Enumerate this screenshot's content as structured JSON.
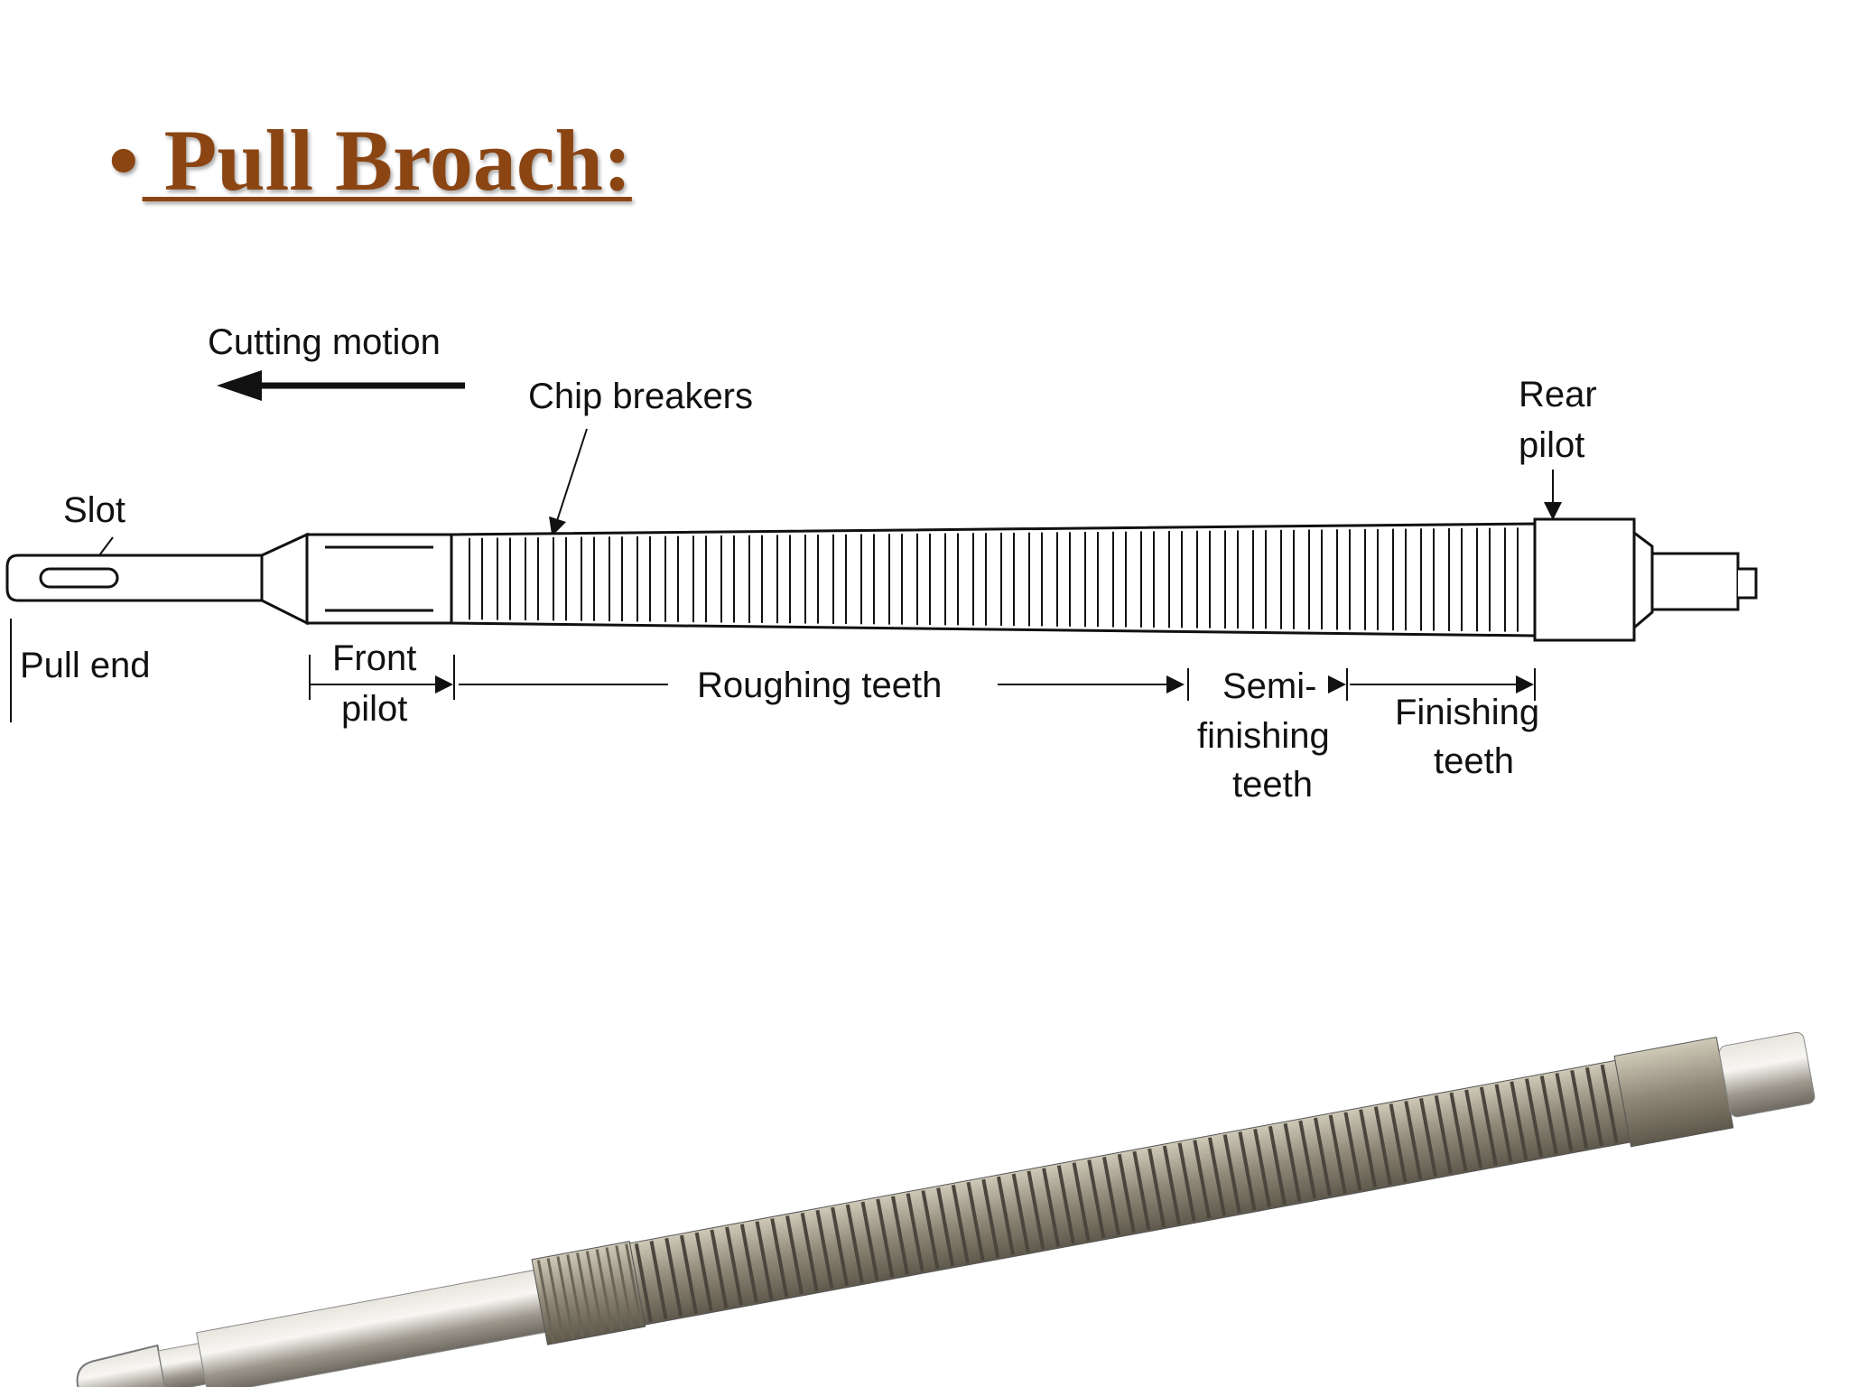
{
  "slide": {
    "bullet": "•",
    "title": " Pull Broach:"
  },
  "diagram": {
    "labels": {
      "cutting_motion": "Cutting motion",
      "chip_breakers": "Chip breakers",
      "slot": "Slot",
      "pull_end": "Pull end",
      "front_pilot_line1": "Front",
      "front_pilot_line2": "pilot",
      "roughing_teeth": "Roughing teeth",
      "semi_line1": "Semi-",
      "semi_line2": "finishing",
      "semi_line3": "teeth",
      "finishing_line1": "Finishing",
      "finishing_line2": "teeth",
      "rear_pilot_line1": "Rear",
      "rear_pilot_line2": "pilot"
    }
  },
  "colors": {
    "title": "#8B4513",
    "line": "#111111",
    "metal": "#b9b4a8"
  },
  "icons": {
    "arrow": "left-arrow-icon"
  }
}
